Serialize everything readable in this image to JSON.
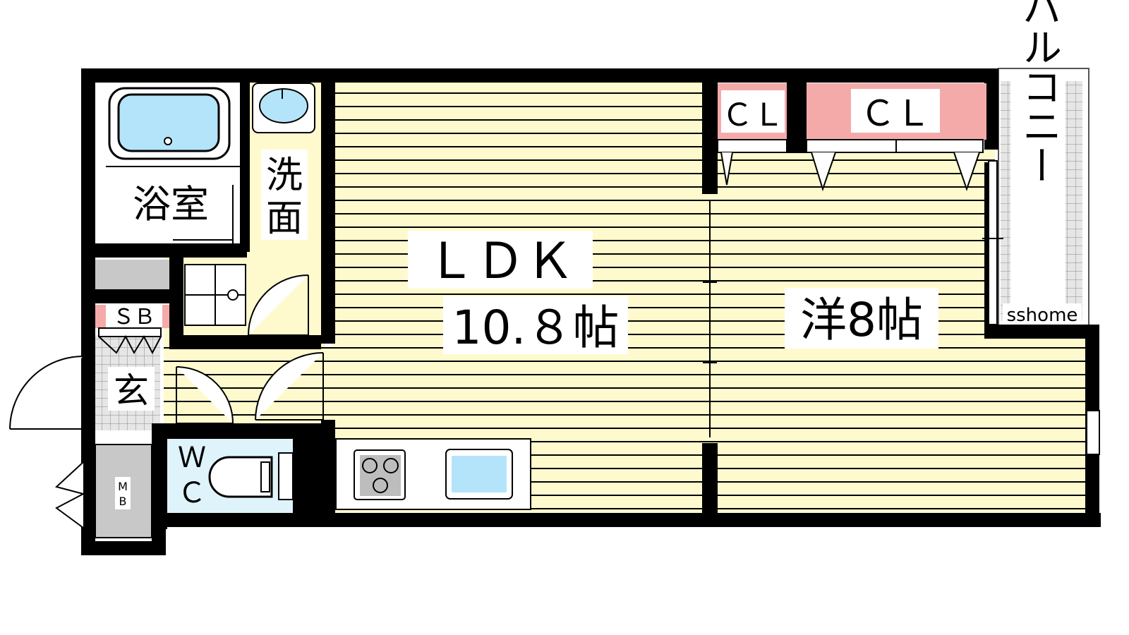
{
  "rooms": {
    "ldk": {
      "name": "ＬＤＫ",
      "size": "10.８帖"
    },
    "western": {
      "name": "洋8帖"
    },
    "bath": {
      "name": "浴室"
    },
    "washroom": {
      "line1": "洗",
      "line2": "面"
    },
    "entrance": {
      "name": "玄"
    },
    "shoe_box": {
      "name": "ＳＢ"
    },
    "wc": {
      "line1": "Ｗ",
      "line2": "Ｃ"
    },
    "meter_box": {
      "line1": "M",
      "line2": "B"
    },
    "closet_small": {
      "name": "ＣＬ"
    },
    "closet_large": {
      "name": "ＣＬ"
    },
    "balcony": {
      "name": "バルコニー"
    }
  },
  "watermark": "sshome",
  "colors": {
    "floor": "#fffacd",
    "wall": "#000000",
    "closet": "#f5aaaa",
    "water": "#b4e4fa",
    "storage_gray": "#c8c8c8",
    "background": "#ffffff"
  }
}
